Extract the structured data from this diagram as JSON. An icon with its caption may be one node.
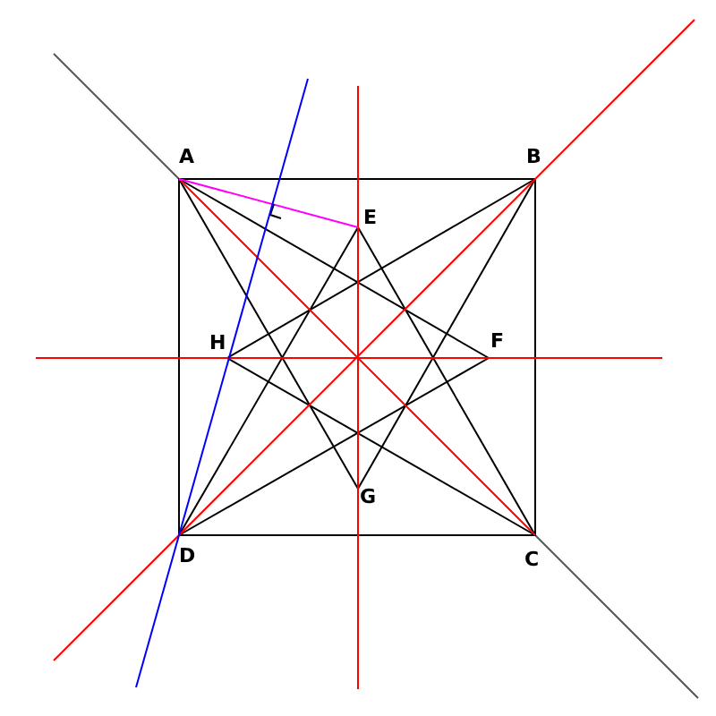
{
  "diagram": {
    "labels": [
      "A",
      "B",
      "E",
      "H",
      "F",
      "G",
      "D",
      "C"
    ]
  }
}
